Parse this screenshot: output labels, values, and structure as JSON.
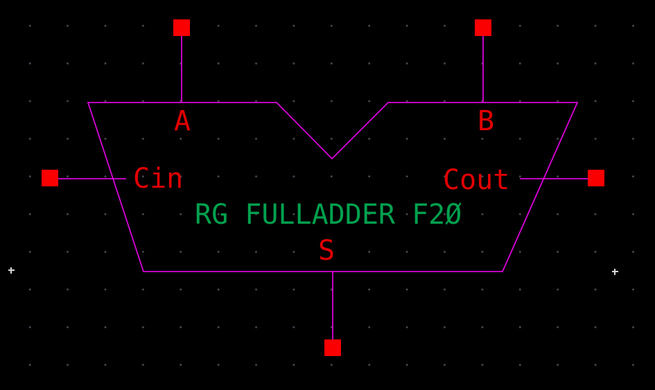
{
  "symbol": {
    "label": "RG FULLADDER F2Ø",
    "pins": {
      "a": {
        "label": "A"
      },
      "b": {
        "label": "B"
      },
      "cin": {
        "label": "Cin"
      },
      "cout": {
        "label": "Cout"
      },
      "s": {
        "label": "S"
      }
    }
  },
  "icons": {
    "pin_square": "red-square-pin-marker",
    "origin_marker": "plus-cross-marker"
  },
  "colors": {
    "background": "#000000",
    "outline": "#db00db",
    "pin_wire": "#db00db",
    "pin_square": "#fb0000",
    "pin_label_text": "#e20000",
    "symbol_label_text": "#00a14e",
    "grid_dot": "#4a4a55",
    "origin_marker": "#d9d9d9"
  }
}
